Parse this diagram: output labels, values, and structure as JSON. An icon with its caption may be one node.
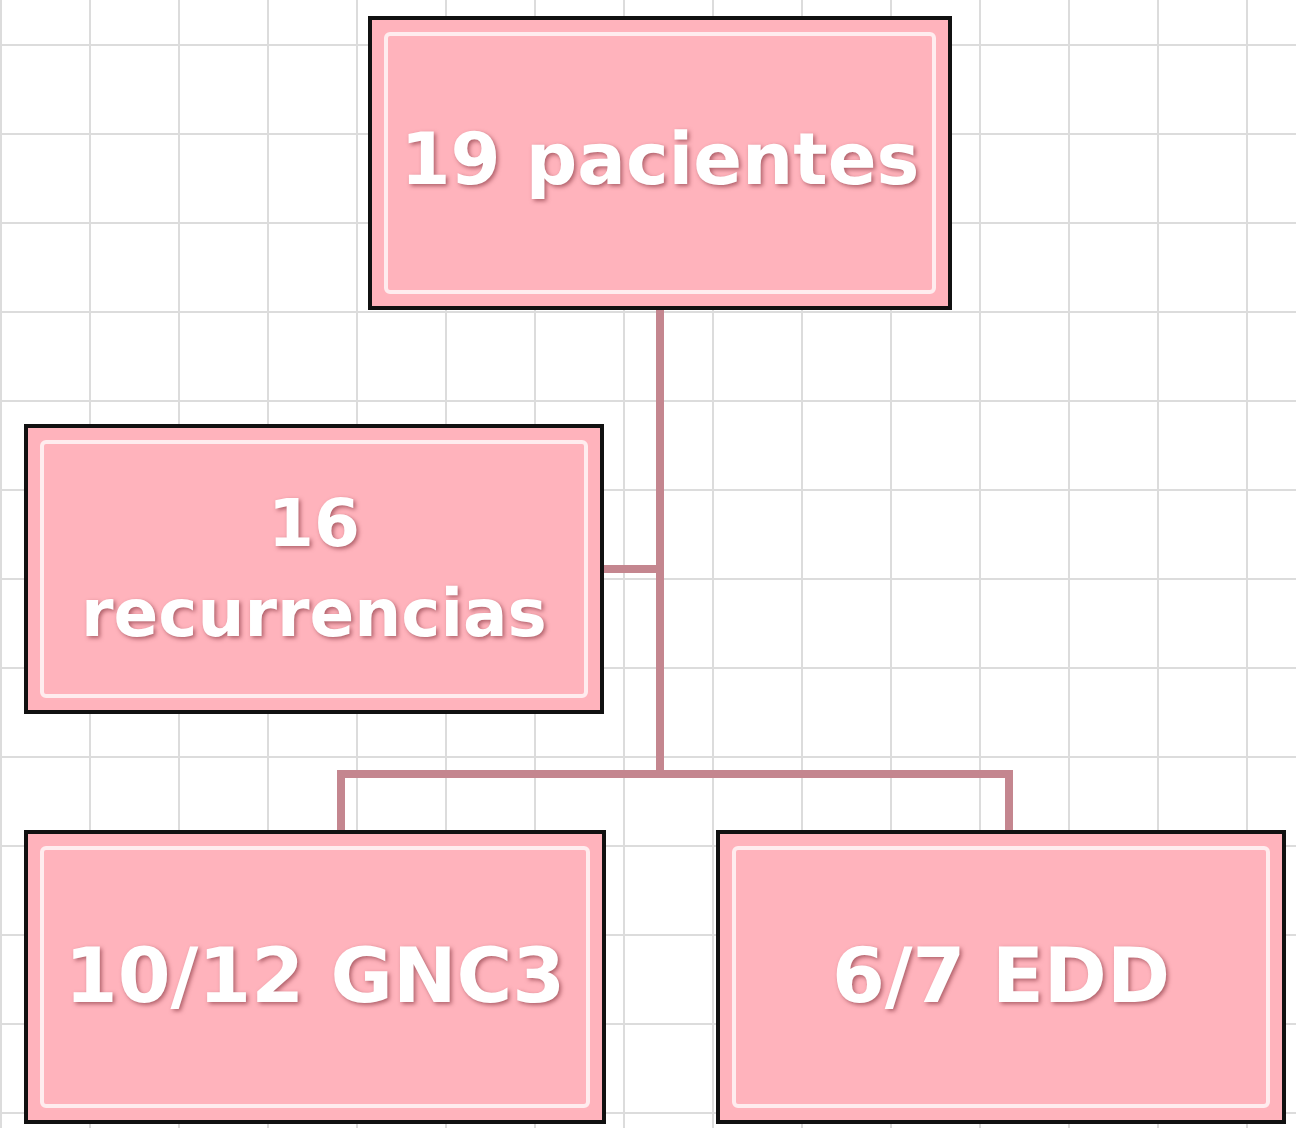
{
  "diagram": {
    "nodes": [
      {
        "text": [
          "19 pacientes"
        ]
      },
      {
        "text": [
          "16 recurrencias"
        ]
      },
      {
        "text": [
          "10/12 GNC3"
        ]
      },
      {
        "text": [
          "6/7 EDD"
        ]
      }
    ],
    "edges": [
      {
        "from": 0,
        "to": 1,
        "arrow": "none"
      },
      {
        "from": 0,
        "to": 2,
        "arrow": "none"
      },
      {
        "from": 0,
        "to": 3,
        "arrow": "none"
      }
    ]
  }
}
